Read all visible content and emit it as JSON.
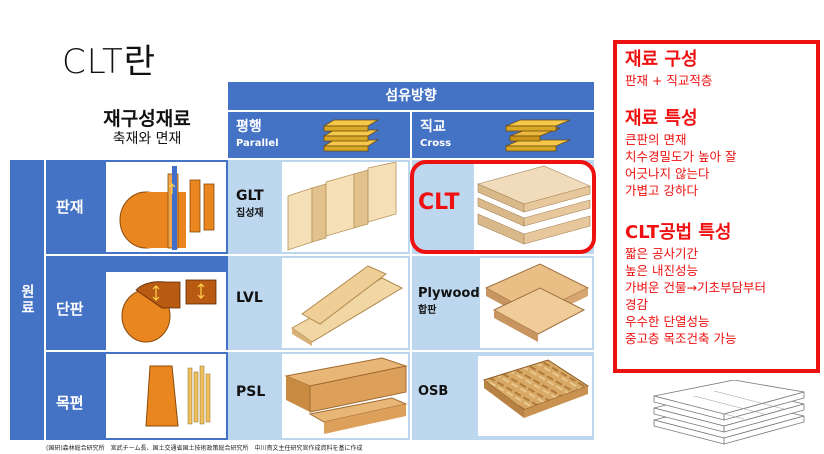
{
  "title": "CLT란",
  "material": {
    "heading": "재구성재료",
    "subheading": "축재와 면재"
  },
  "fiber_direction": {
    "header": "섬유방향",
    "parallel": {
      "ko": "평행",
      "en": "Parallel"
    },
    "cross": {
      "ko": "직교",
      "en": "Cross"
    }
  },
  "raw_material": {
    "label": "원료",
    "rows": [
      "판재",
      "단판",
      "목편"
    ]
  },
  "products": {
    "parallel": [
      {
        "name": "GLT",
        "sub": "집성재"
      },
      {
        "name": "LVL",
        "sub": ""
      },
      {
        "name": "PSL",
        "sub": ""
      }
    ],
    "cross": [
      {
        "name": "CLT",
        "sub": ""
      },
      {
        "name": "Plywood",
        "sub": "합판"
      },
      {
        "name": "OSB",
        "sub": ""
      }
    ]
  },
  "panel": {
    "section1_title": "재료 구성",
    "section1_lines": [
      "판재 + 직교적층"
    ],
    "section2_title": "재료 특성",
    "section2_lines": [
      "큰판의 면재",
      "치수경밀도가 높아 잘",
      "어긋나지 않는다",
      "가볍고 강하다"
    ],
    "section3_title": "CLT공법 특성",
    "section3_lines": [
      "짧은 공사기간",
      "높은 내진성능",
      "가벼운 건물→기초부담부터",
      "경감",
      "우수한 단열성능",
      "중고층 목조건축 가능"
    ]
  },
  "footnote": "(国研)森林総合研究所　宮武チーム長、国土交通省国土技術政策総合研究所　中川貴文主任研究官作成資料を基に作成",
  "colors": {
    "accent_red": "#ee1111",
    "header_blue": "#4472c4",
    "light_blue": "#bdd7ee"
  }
}
